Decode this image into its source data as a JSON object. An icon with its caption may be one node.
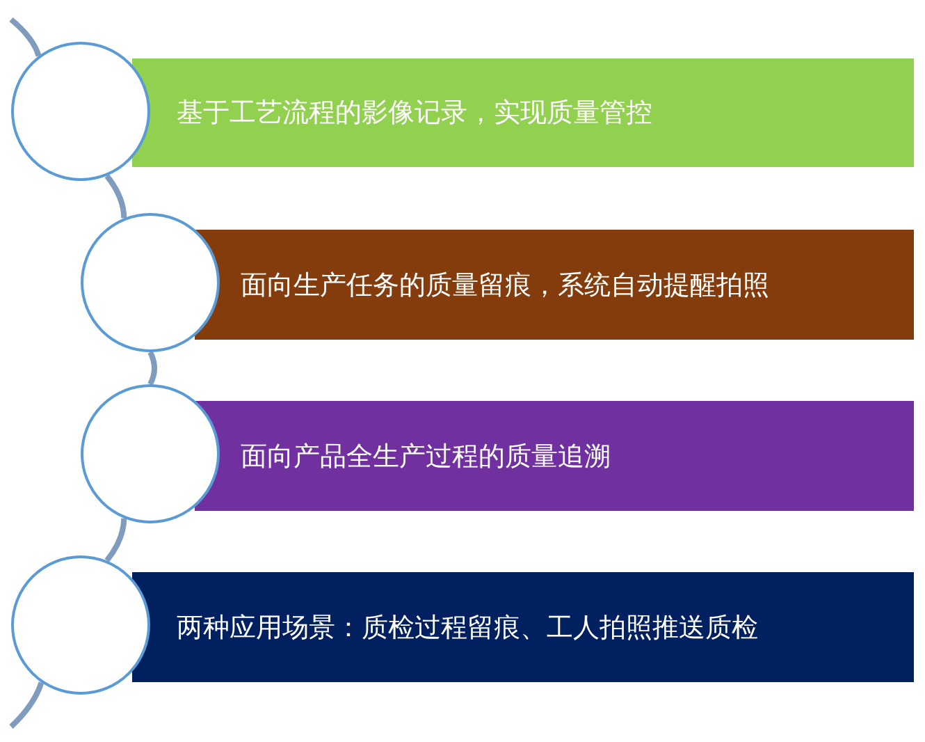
{
  "diagram": {
    "nodes": [
      {
        "text": [],
        "shape": "circle"
      },
      {
        "text": [
          "基于工艺流程的影像记录，实现质量管控"
        ]
      },
      {
        "text": [],
        "shape": "circle"
      },
      {
        "text": [
          "面向生产任务的质量留痕，系统自动提醒拍照"
        ]
      },
      {
        "text": [],
        "shape": "circle"
      },
      {
        "text": [
          "面向产品全生产过程的质量追溯"
        ]
      },
      {
        "text": [],
        "shape": "circle"
      },
      {
        "text": [
          "两种应用场景：质检过程留痕、工人拍照推送质检"
        ]
      }
    ],
    "edges": [
      {
        "from": null,
        "to": 0,
        "arrow": "none"
      },
      {
        "from": 0,
        "to": 2,
        "arrow": "none"
      },
      {
        "from": 2,
        "to": 4,
        "arrow": "none"
      },
      {
        "from": 4,
        "to": 6,
        "arrow": "none"
      },
      {
        "from": 6,
        "to": null,
        "arrow": "none"
      }
    ]
  }
}
